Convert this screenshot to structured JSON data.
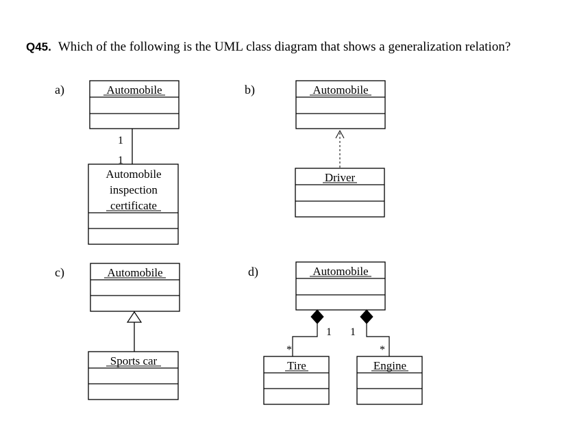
{
  "question": {
    "number": "Q45.",
    "text": "Which of the following is the UML class diagram that shows a generalization relation?"
  },
  "options": {
    "a": {
      "label": "a)",
      "top_class": "Automobile",
      "bottom_class_lines": [
        "Automobile",
        "inspection",
        "certificate"
      ],
      "mult_top": "1",
      "mult_bottom": "1",
      "relation": "association"
    },
    "b": {
      "label": "b)",
      "top_class": "Automobile",
      "bottom_class": "Driver",
      "relation": "dependency"
    },
    "c": {
      "label": "c)",
      "top_class": "Automobile",
      "bottom_class": "Sports car",
      "relation": "generalization"
    },
    "d": {
      "label": "d)",
      "top_class": "Automobile",
      "left_class": "Tire",
      "right_class": "Engine",
      "mult_left_whole": "1",
      "mult_right_whole": "1",
      "mult_left_part": "*",
      "mult_right_part": "*",
      "relation": "composition"
    }
  }
}
